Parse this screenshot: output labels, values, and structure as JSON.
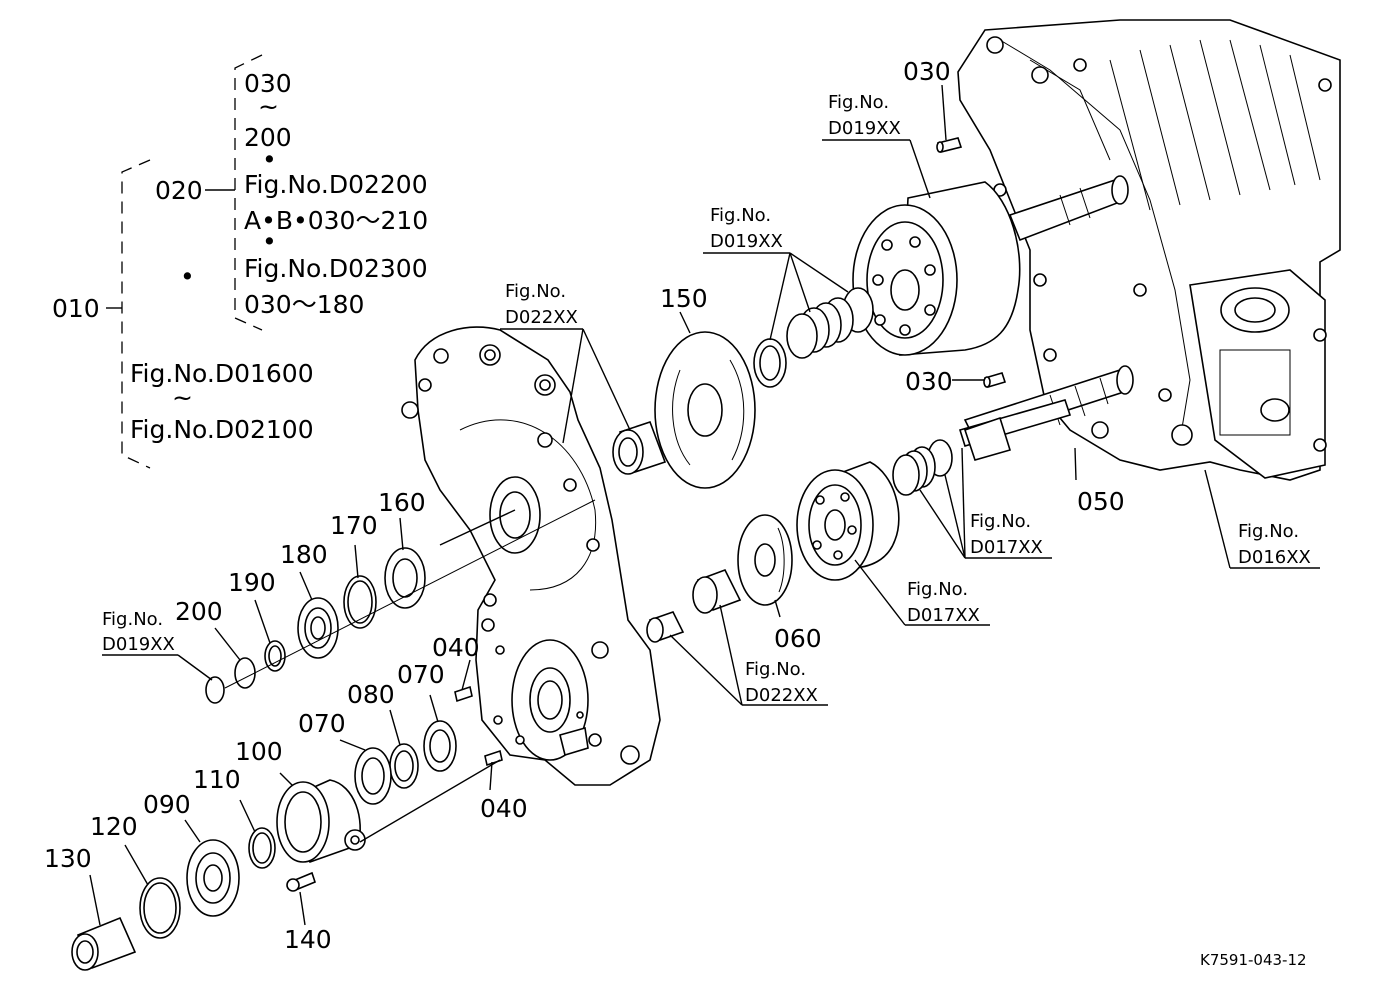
{
  "tree": {
    "root": "010",
    "child": "020",
    "range_a_start": "030",
    "range_a_tilde": "~",
    "range_a_end": "200",
    "dot1": "•",
    "fig_d02200": "Fig.No.D02200",
    "ab_range": "A•B•030～210",
    "dot2": "•",
    "fig_d02300": "Fig.No.D02300",
    "range_b": "030～180",
    "dot3": "•",
    "fig_d01600": "Fig.No.D01600",
    "tilde2": "~",
    "fig_d02100": "Fig.No.D02100"
  },
  "parts": {
    "p030a": "030",
    "p030b": "030",
    "p040a": "040",
    "p040b": "040",
    "p050": "050",
    "p060": "060",
    "p070a": "070",
    "p070b": "070",
    "p080": "080",
    "p090": "090",
    "p100": "100",
    "p110": "110",
    "p120": "120",
    "p130": "130",
    "p140": "140",
    "p150": "150",
    "p160": "160",
    "p170": "170",
    "p180": "180",
    "p190": "190",
    "p200": "200"
  },
  "refs": {
    "fig_label": "Fig.No.",
    "d019_top": "D019XX",
    "d019_mid": "D019XX",
    "d019_left": "D019XX",
    "d022_top": "D022XX",
    "d022_bottom": "D022XX",
    "d017_a": "D017XX",
    "d017_b": "D017XX",
    "d016": "D016XX"
  },
  "drawing_code": "K7591-043-12"
}
